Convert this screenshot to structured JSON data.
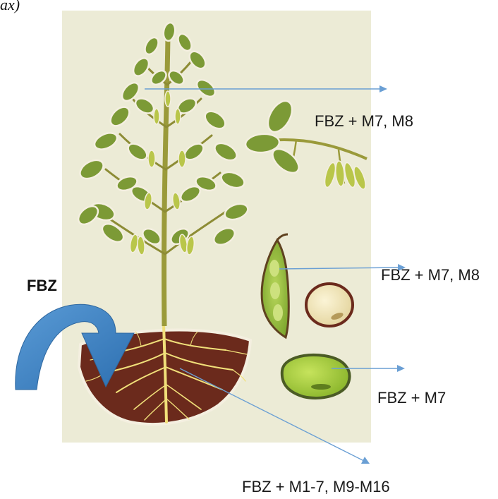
{
  "caption_fragment": "ax)",
  "input_label": "FBZ",
  "labels": {
    "leaves": "FBZ + M7, M8",
    "pod": "FBZ + M7, M8",
    "seed": "FBZ + M7",
    "roots": "FBZ + M1-7, M9-M16"
  },
  "colors": {
    "panel": "#ecebd6",
    "leaf": "#7c9a36",
    "stem": "#9a9a3a",
    "soil": "#6b2a1c",
    "root": "#f1e07a",
    "pod": "#8fb93a",
    "seed_pale": "#efe5b8",
    "seed_green": "#98c42f",
    "arrow": "#6a9fd4",
    "curved_arrow": "#3d83c4"
  }
}
